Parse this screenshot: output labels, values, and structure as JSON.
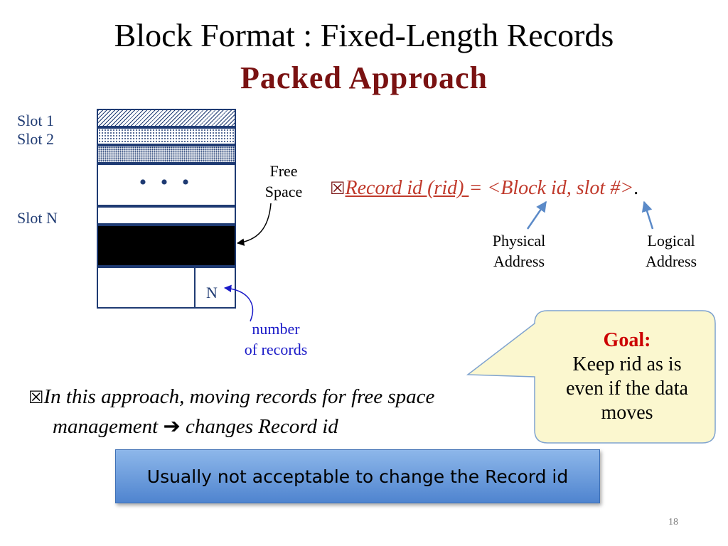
{
  "slide": {
    "title_line1": "Block Format : Fixed-Length Records",
    "title_line2": "Packed Approach",
    "page_number": "18"
  },
  "block": {
    "slot1_label": "Slot 1",
    "slot2_label": "Slot 2",
    "slotN_label": "Slot N",
    "ellipsis": "• • •",
    "count_cell": "N",
    "free_space_label_1": "Free",
    "free_space_label_2": "Space",
    "num_records_label_1": "number",
    "num_records_label_2": "of records"
  },
  "rid": {
    "bullet_icon": "ballot-x-icon",
    "term": "Record id (rid) ",
    "equals": "= <",
    "def": "Block id, slot #",
    "close": ">",
    "period": ".",
    "physical_1": "Physical",
    "physical_2": "Address",
    "logical_1": "Logical",
    "logical_2": "Address"
  },
  "callout": {
    "goal": "Goal:",
    "line1": "Keep rid as is",
    "line2": "even if the data",
    "line3": "moves"
  },
  "bullet": {
    "line1": "In this approach, moving records for free space",
    "line2a": "management ",
    "arrow": "➔",
    "line2b": " changes Record id"
  },
  "banner": {
    "text": "Usually not acceptable to change the Record id"
  },
  "colors": {
    "title_red": "#7a1212",
    "rid_red": "#c0392b",
    "goal_red": "#cc0000",
    "slot_blue": "#1f3b73",
    "callout_fill": "#fbf7cf",
    "banner_blue": "#4f84cf"
  }
}
